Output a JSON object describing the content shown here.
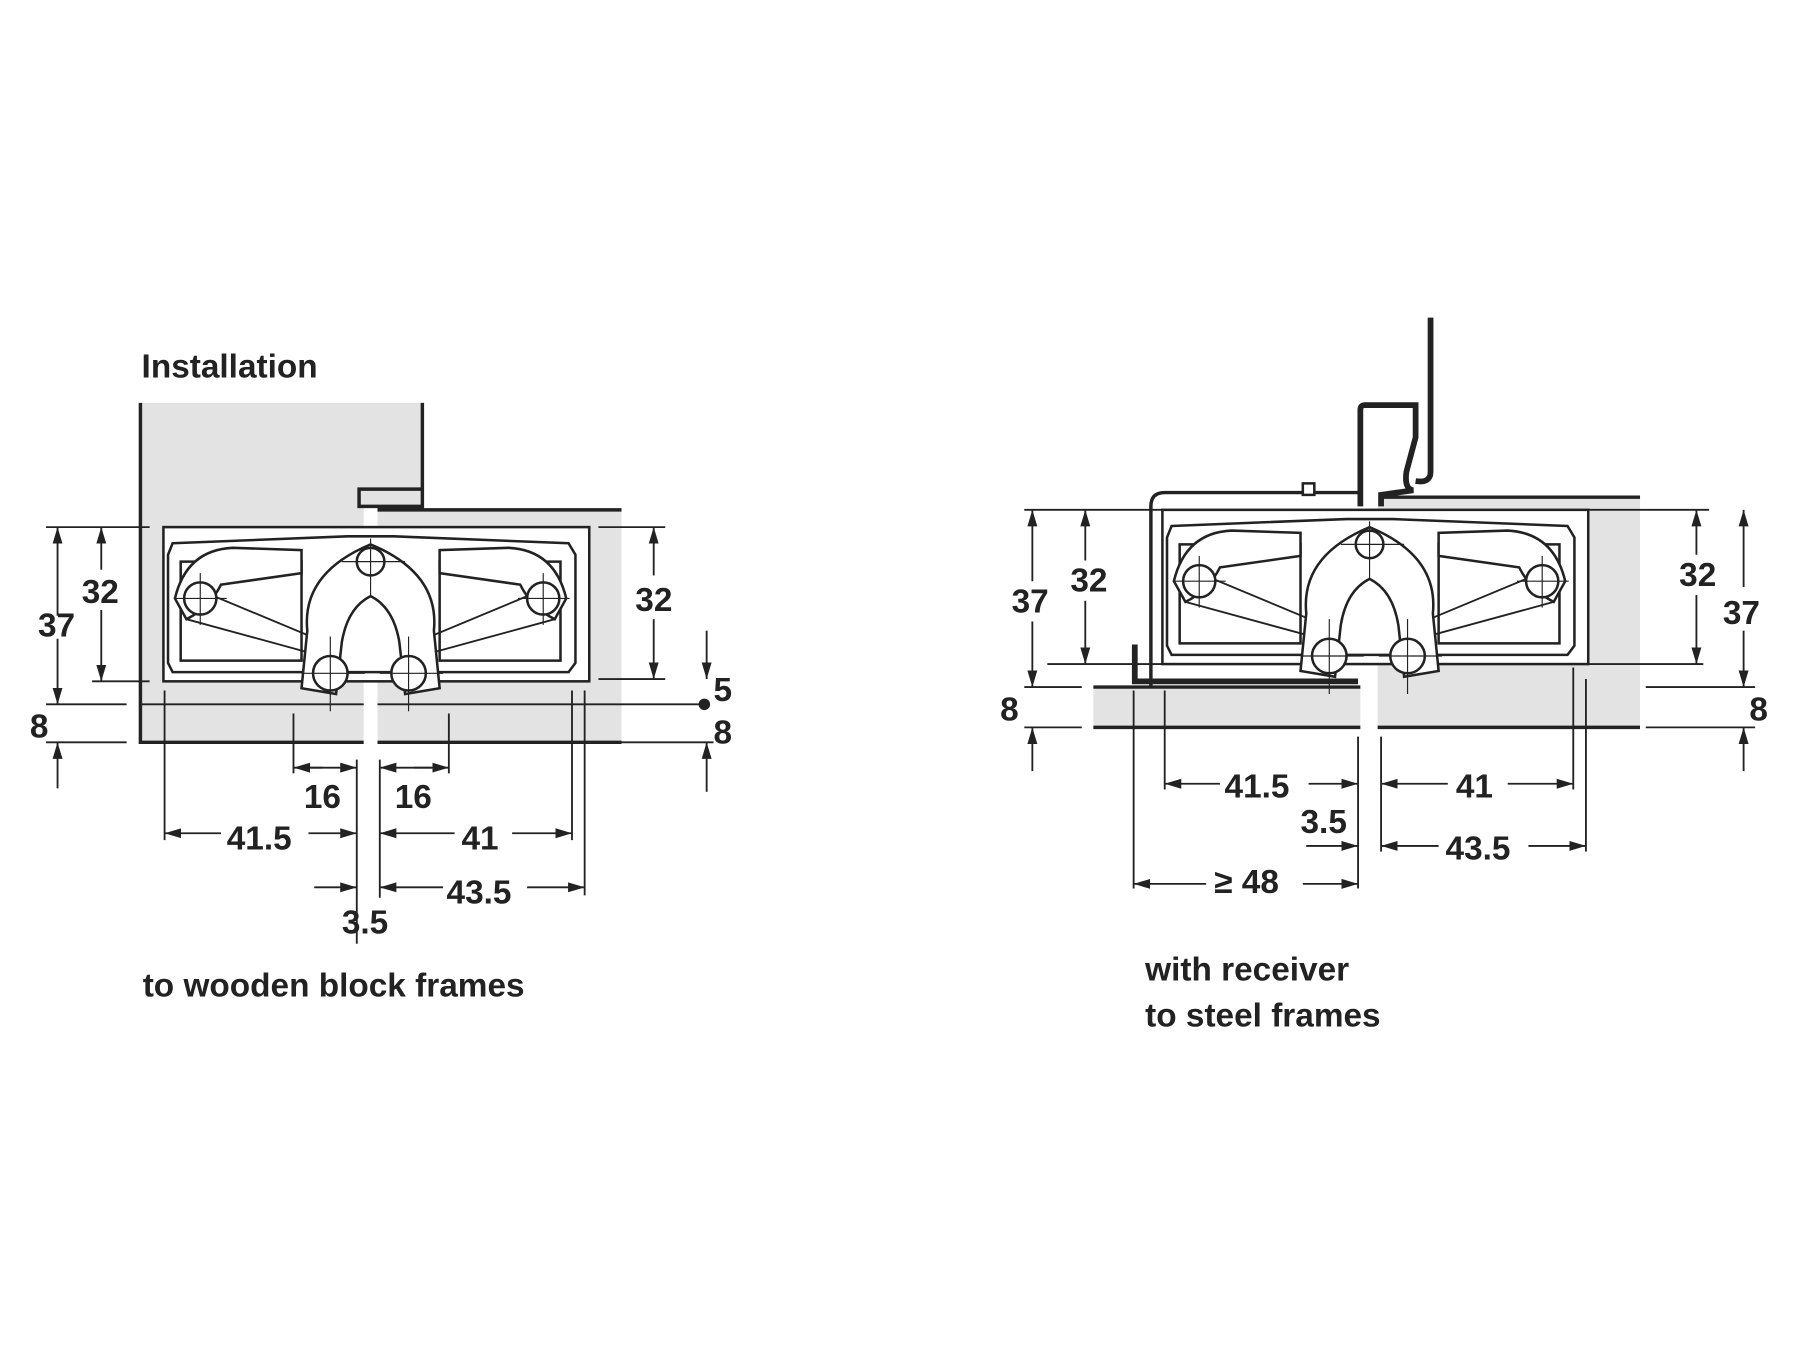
{
  "colors": {
    "line": "#222222",
    "fill_gray": "#e3e3e3",
    "background": "#ffffff"
  },
  "left": {
    "title": "Installation",
    "caption": "to wooden block frames",
    "dims": {
      "h37": "37",
      "h32_left": "32",
      "h8_left": "8",
      "h32_right": "32",
      "h5": "5",
      "h8_right": "8",
      "w16_left": "16",
      "w16_right": "16",
      "w41_5": "41.5",
      "w41": "41",
      "w43_5": "43.5",
      "w3_5": "3.5"
    }
  },
  "right": {
    "caption_line1": "with receiver",
    "caption_line2": "to steel frames",
    "dims": {
      "h37_left": "37",
      "h32_left": "32",
      "h8_left": "8",
      "h32_right": "32",
      "h37_right": "37",
      "h8_right": "8",
      "w41_5": "41.5",
      "w41": "41",
      "w3_5": "3.5",
      "w43_5": "43.5",
      "w48": "≥ 48"
    }
  }
}
